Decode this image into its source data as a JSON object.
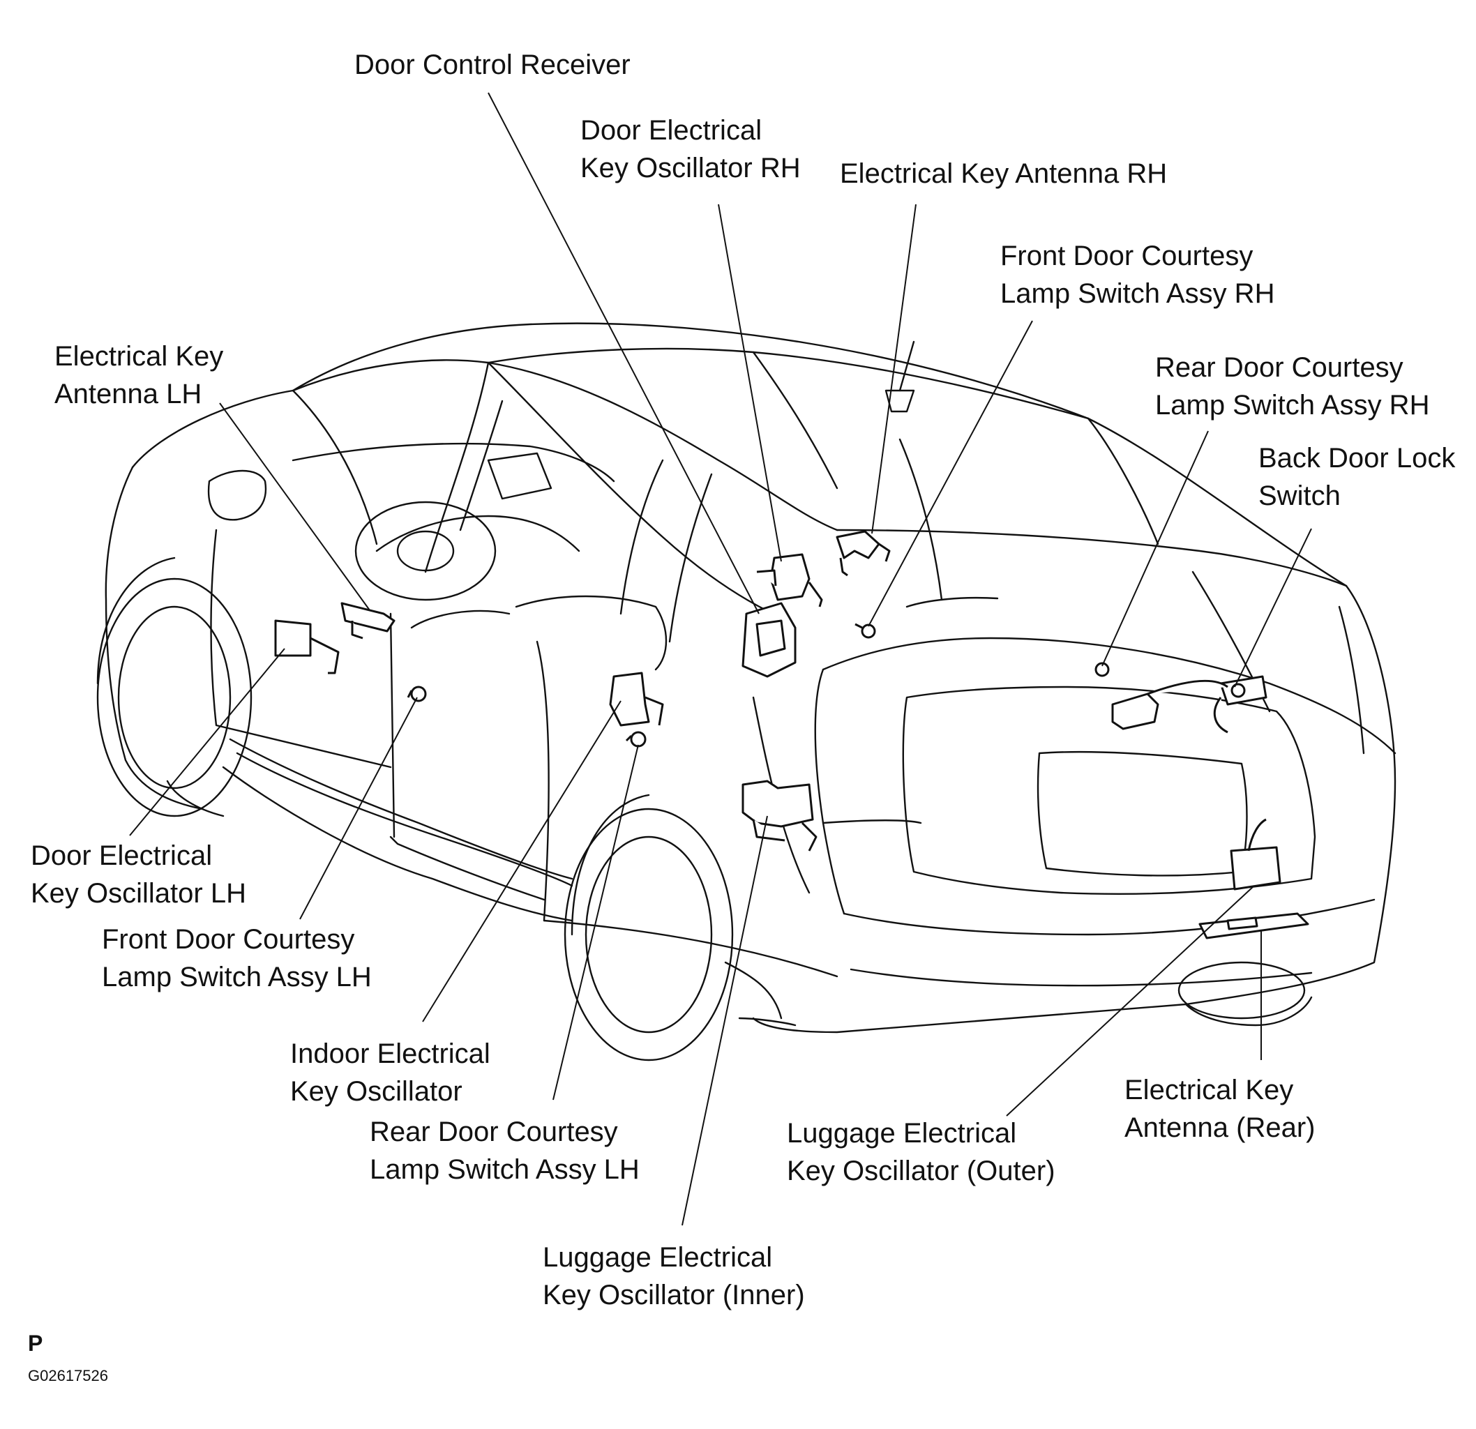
{
  "labels": {
    "door_control_receiver": "Door Control Receiver",
    "door_osc_rh_1": "Door Electrical",
    "door_osc_rh_2": "Key Oscillator RH",
    "antenna_rh": "Electrical Key Antenna RH",
    "front_courtesy_rh_1": "Front Door Courtesy",
    "front_courtesy_rh_2": "Lamp Switch Assy RH",
    "rear_courtesy_rh_1": "Rear Door Courtesy",
    "rear_courtesy_rh_2": "Lamp Switch Assy RH",
    "back_door_lock_1": "Back Door Lock",
    "back_door_lock_2": "Switch",
    "antenna_lh_1": "Electrical Key",
    "antenna_lh_2": "Antenna LH",
    "door_osc_lh_1": "Door Electrical",
    "door_osc_lh_2": "Key Oscillator LH",
    "front_courtesy_lh_1": "Front Door Courtesy",
    "front_courtesy_lh_2": "Lamp Switch Assy LH",
    "indoor_osc_1": "Indoor Electrical",
    "indoor_osc_2": "Key Oscillator",
    "rear_courtesy_lh_1": "Rear Door Courtesy",
    "rear_courtesy_lh_2": "Lamp Switch Assy LH",
    "luggage_inner_1": "Luggage Electrical",
    "luggage_inner_2": "Key Oscillator (Inner)",
    "luggage_outer_1": "Luggage Electrical",
    "luggage_outer_2": "Key Oscillator (Outer)",
    "antenna_rear_1": "Electrical Key",
    "antenna_rear_2": "Antenna (Rear)"
  },
  "footer": {
    "letter": "P",
    "code": "G02617526"
  }
}
